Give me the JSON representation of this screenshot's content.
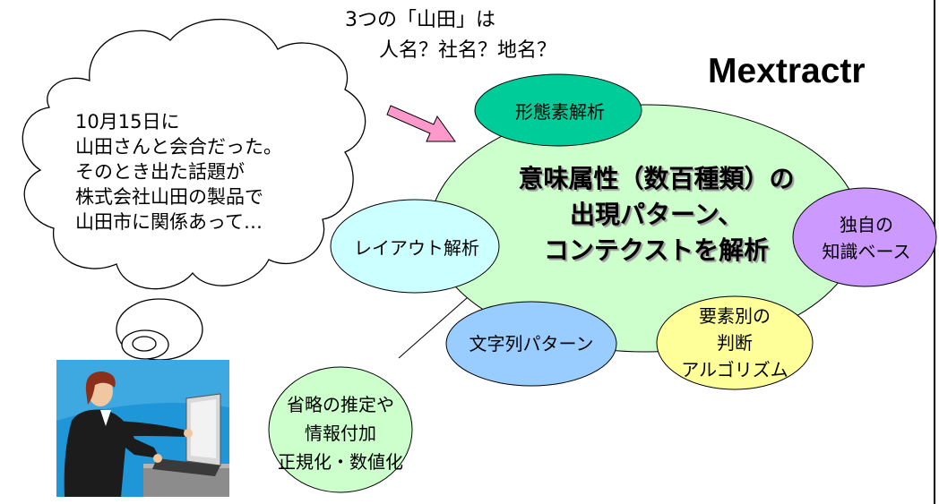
{
  "header": {
    "question_line1": "3つの「山田」は",
    "question_line2": "人名？社名？地名？"
  },
  "brand": {
    "name": "Mextractr"
  },
  "user_thought": {
    "lines": [
      "10月15日に",
      "山田さんと会合だった。",
      "そのとき出た話題が",
      "株式会社山田の製品で",
      "山田市に関係あって…"
    ]
  },
  "core": {
    "lines": [
      "意味属性（数百種類）の",
      "出現パターン、",
      "コンテクストを解析"
    ],
    "fill_color": "#ccffcc"
  },
  "components": {
    "morphological": {
      "lines": [
        "形態素解析"
      ],
      "fill_color": "#00cc99"
    },
    "layout": {
      "lines": [
        "レイアウト解析"
      ],
      "fill_color": "#ccffff"
    },
    "string_pattern": {
      "lines": [
        "文字列パターン"
      ],
      "fill_color": "#99ccff"
    },
    "knowledge_base": {
      "lines": [
        "独自の",
        "知識ベース"
      ],
      "fill_color": "#cc99ff"
    },
    "element_judgement": {
      "lines": [
        "要素別の",
        "判断",
        "アルゴリズム"
      ],
      "fill_color": "#ffff99"
    },
    "normalization": {
      "lines": [
        "省略の推定や",
        "情報付加",
        "正規化・数値化"
      ],
      "fill_color": "#ccffcc"
    }
  },
  "arrow": {
    "fill_color": "#ff99cc"
  },
  "illustration": {
    "icon": "person-at-laptop-icon",
    "background_color": "#1e96d8"
  }
}
